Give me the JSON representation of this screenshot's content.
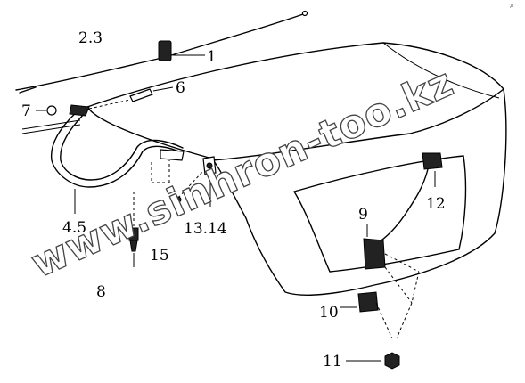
{
  "diagram": {
    "labels": [
      {
        "id": "p1",
        "text": "1"
      },
      {
        "id": "p23",
        "text": "2.3"
      },
      {
        "id": "p45",
        "text": "4.5"
      },
      {
        "id": "p6",
        "text": "6"
      },
      {
        "id": "p7",
        "text": "7"
      },
      {
        "id": "p8",
        "text": "8"
      },
      {
        "id": "p9",
        "text": "9"
      },
      {
        "id": "p10",
        "text": "10"
      },
      {
        "id": "p11",
        "text": "11"
      },
      {
        "id": "p12",
        "text": "12"
      },
      {
        "id": "p1314",
        "text": "13.14"
      },
      {
        "id": "p15",
        "text": "15"
      }
    ],
    "watermark": "www.sinhron-too.kz",
    "corner_mark": "A"
  }
}
